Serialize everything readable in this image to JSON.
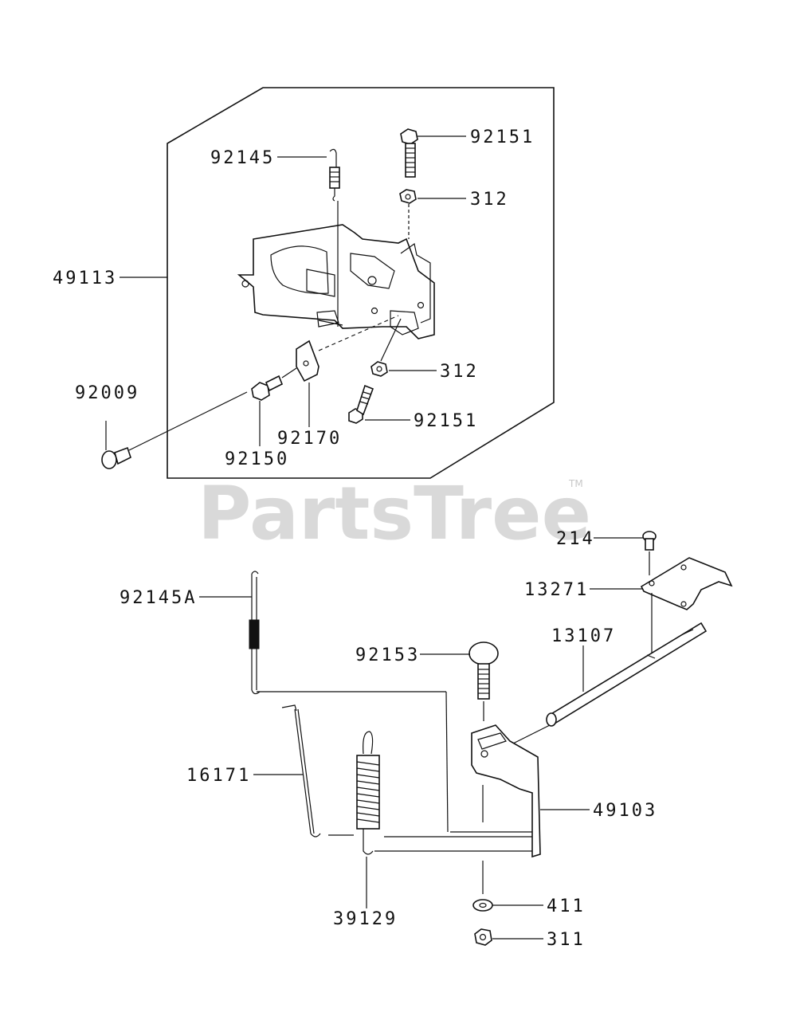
{
  "watermark": {
    "text": "PartsTree",
    "tm": "TM"
  },
  "labels": {
    "l92151a": "92151",
    "l92145": "92145",
    "l312a": "312",
    "l49113": "49113",
    "l312b": "312",
    "l92009": "92009",
    "l92151b": "92151",
    "l92170": "92170",
    "l92150": "92150",
    "l214": "214",
    "l13271": "13271",
    "l92145A": "92145A",
    "l13107": "13107",
    "l92153": "92153",
    "l16171": "16171",
    "l49103": "49103",
    "l39129": "39129",
    "l411": "411",
    "l311": "311"
  }
}
